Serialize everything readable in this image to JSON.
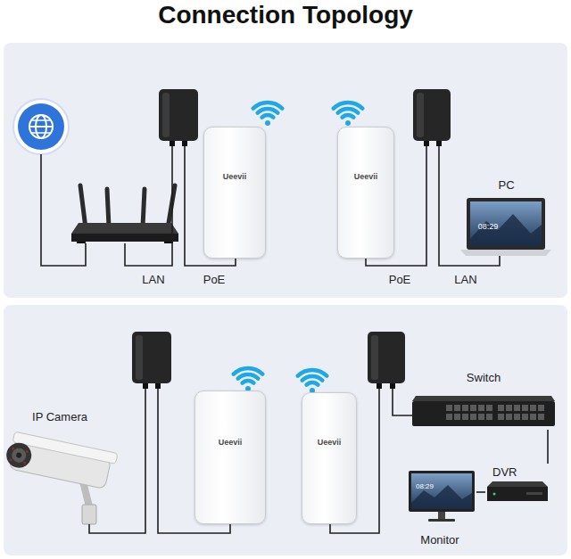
{
  "diagram": {
    "title": "Connection Topology",
    "nodes": [
      {
        "text": [
          "Ueevii"
        ]
      },
      {
        "text": [
          "Ueevii"
        ]
      },
      {
        "text": [
          "PC"
        ]
      },
      {
        "text": [
          "IP Camera"
        ]
      },
      {
        "text": [
          "Ueevii"
        ]
      },
      {
        "text": [
          "Ueevii"
        ]
      },
      {
        "text": [
          "Switch"
        ]
      },
      {
        "text": [
          "DVR"
        ]
      },
      {
        "text": [
          "Monitor"
        ]
      }
    ],
    "edges": [
      {
        "from": 6,
        "to": 7,
        "arrow": "none"
      },
      {
        "from": 7,
        "to": 8,
        "arrow": "none"
      }
    ],
    "labels": [
      "LAN",
      "PoE",
      "PoE",
      "LAN",
      "08:29",
      "08:29"
    ]
  }
}
